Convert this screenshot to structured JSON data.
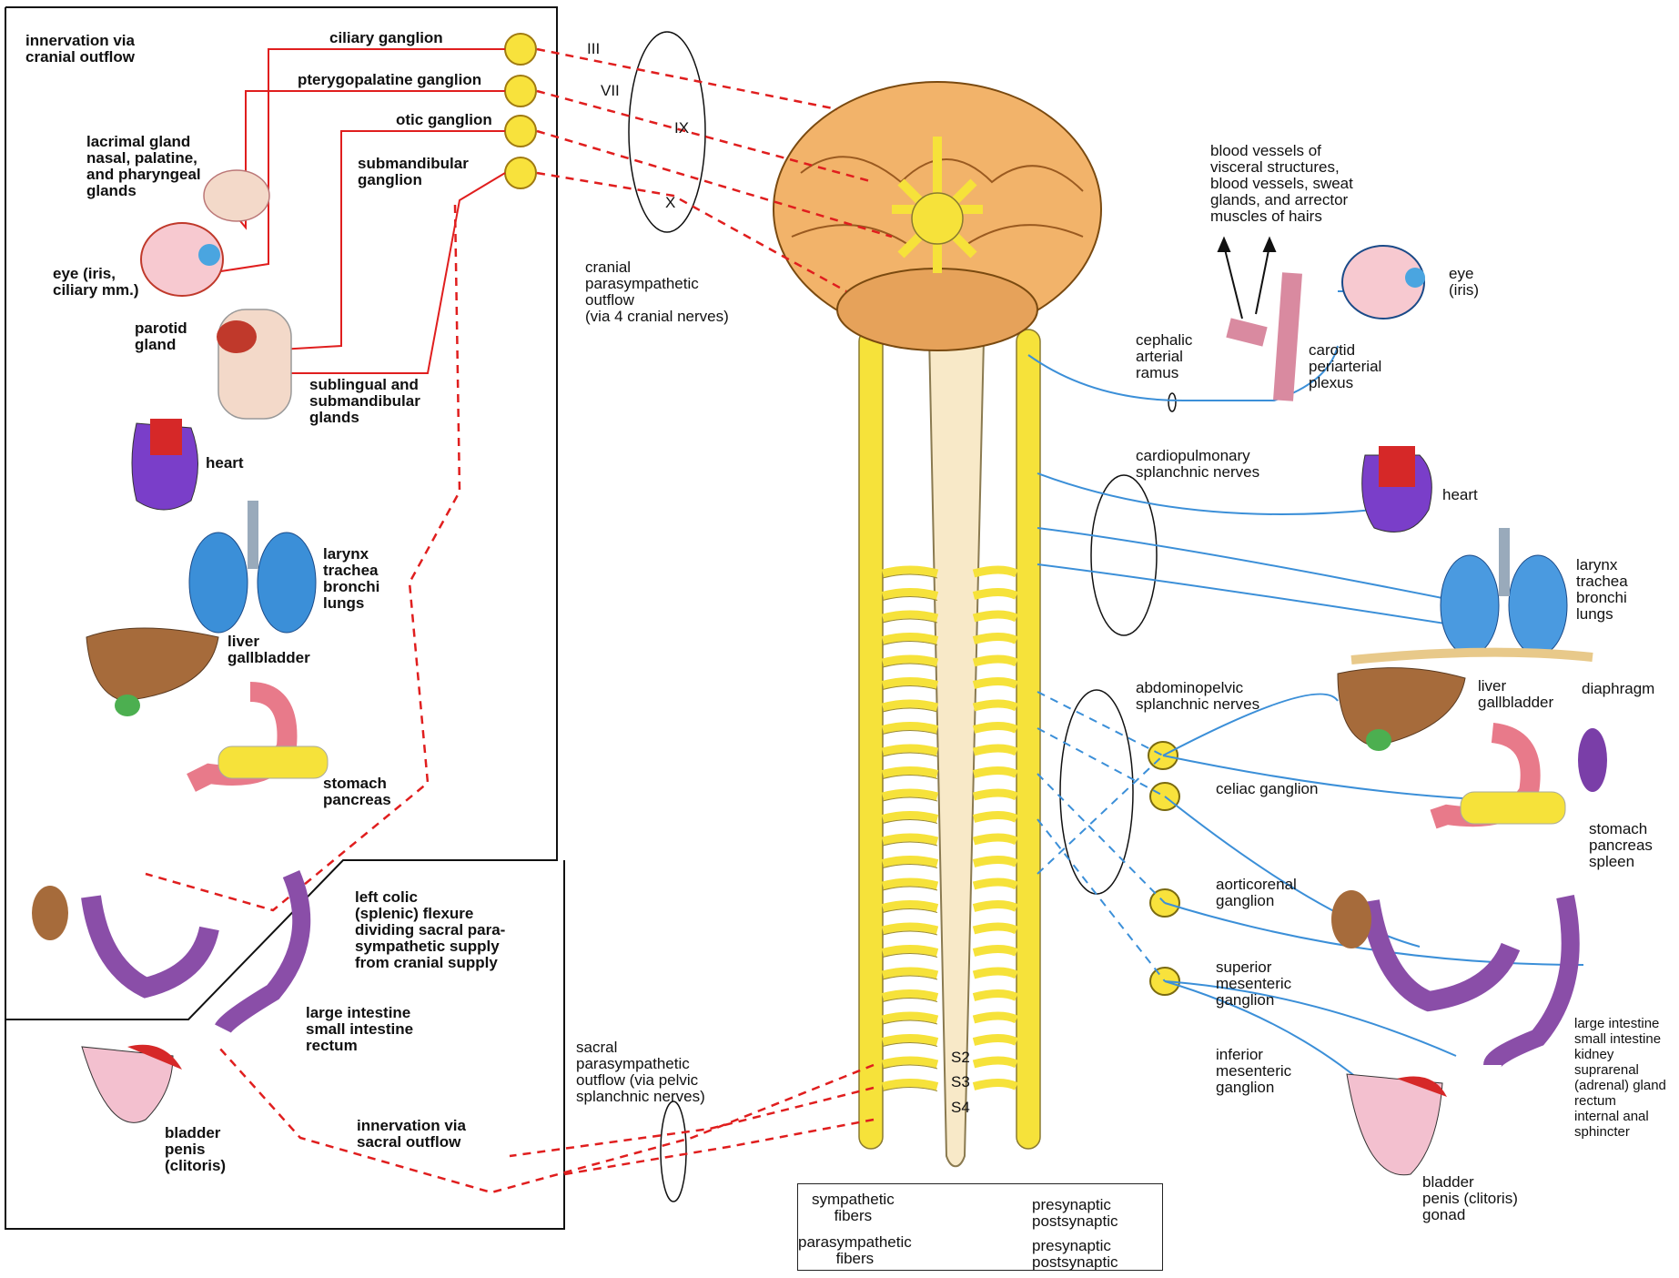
{
  "labels": {
    "innervation_cranial": "innervation via\ncranial outflow",
    "ciliary_ganglion": "ciliary ganglion",
    "pterygopalatine_ganglion": "pterygopalatine ganglion",
    "otic_ganglion": "otic ganglion",
    "submandibular_ganglion": "submandibular\nganglion",
    "lacrimal": "lacrimal gland\nnasal, palatine,\nand pharyngeal\nglands",
    "eye_left": "eye (iris,\nciliary mm.)",
    "parotid": "parotid\ngland",
    "sublingual": "sublingual and\nsubmandibular\nglands",
    "heart_left": "heart",
    "larynx_left": "larynx\ntrachea\nbronchi\nlungs",
    "liver_left": "liver\ngallbladder",
    "stomach_left": "stomach\npancreas",
    "colic": "left colic\n(splenic) flexure\ndividing sacral para-\nsympathetic supply\nfrom cranial supply",
    "large_int_left": "large intestine\nsmall intestine\nrectum",
    "innervation_sacral": "innervation via\nsacral outflow",
    "bladder_left": "bladder\npenis\n(clitoris)",
    "nerve_III": "III",
    "nerve_VII": "VII",
    "nerve_IX": "IX",
    "nerve_X": "X",
    "cranial_outflow": "cranial\nparasympathetic\noutflow\n(via 4 cranial nerves)",
    "sacral_outflow": "sacral\nparasympathetic\noutflow (via pelvic\nsplanchnic nerves)",
    "s2": "S2",
    "s3": "S3",
    "s4": "S4",
    "blood_vessels": "blood vessels of\nvisceral structures,\nblood vessels, sweat\nglands, and arrector\nmuscles of hairs",
    "eye_right": "eye\n(iris)",
    "cephalic": "cephalic\narterial\nramus",
    "carotid": "carotid\nperiarterial\nplexus",
    "cardiopulmonary": "cardiopulmonary\nsplanchnic nerves",
    "heart_right": "heart",
    "larynx_right": "larynx\ntrachea\nbronchi\nlungs",
    "liver_right": "liver\ngallbladder",
    "diaphragm": "diaphragm",
    "abdominopelvic": "abdominopelvic\nsplanchnic nerves",
    "celiac": "celiac ganglion",
    "stomach_right": "stomach\npancreas\nspleen",
    "aorticorenal": "aorticorenal\nganglion",
    "superior_mesenteric": "superior\nmesenteric\nganglion",
    "inferior_mesenteric": "inferior\nmesenteric\nganglion",
    "large_int_right": "large intestine\nsmall intestine\nkidney\nsuprarenal\n(adrenal) gland\nrectum\ninternal anal\nsphincter",
    "bladder_right": "bladder\npenis (clitoris)\ngonad"
  },
  "legend": {
    "sympathetic": "sympathetic\nfibers",
    "parasympathetic": "parasympathetic\nfibers",
    "symp_types": "presynaptic\npostsynaptic",
    "para_types": "presynaptic\npostsynaptic"
  },
  "colors": {
    "sympathetic": "#3b8fd8",
    "parasympathetic": "#e01e1e",
    "cord": "#f6e23a",
    "brain": "#f2b36a",
    "ganglion": "#f8e23c"
  }
}
